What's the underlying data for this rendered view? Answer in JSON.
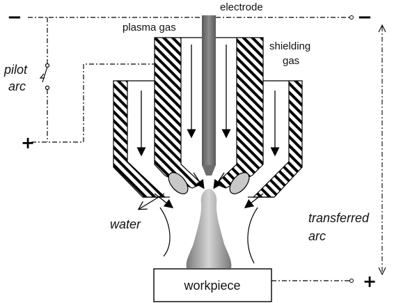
{
  "labels": {
    "electrode": "electrode",
    "plasma_gas": "plasma gas",
    "shielding_gas_line1": "shielding",
    "shielding_gas_line2": "gas",
    "pilot_arc_line1": "pilot",
    "pilot_arc_line2": "arc",
    "water": "water",
    "transferred_arc_line1": "transferred",
    "transferred_arc_line2": "arc",
    "workpiece": "workpiece"
  },
  "polarity": {
    "top_left": "−",
    "top_right": "−",
    "pilot_plus": "+",
    "bottom_right": "+"
  },
  "colors": {
    "line": "#000000",
    "electrode": "#6d6d6d",
    "arc_plume": "#8a8a8a",
    "water_drop": "#c8c8c8"
  }
}
